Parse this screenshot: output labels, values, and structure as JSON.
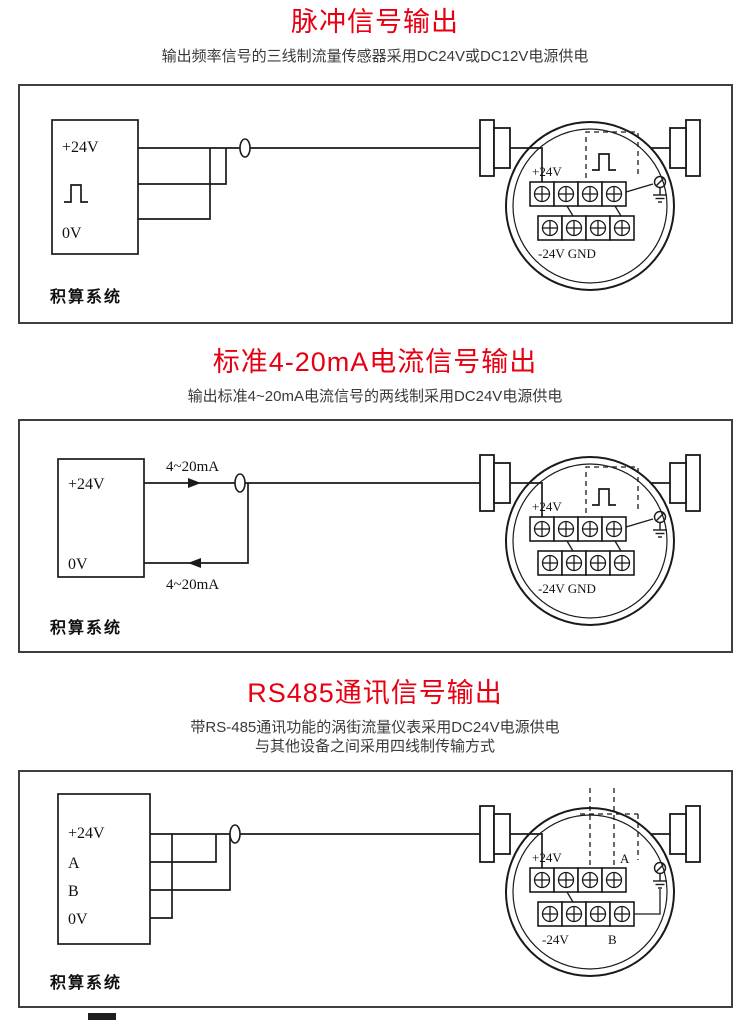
{
  "page": {
    "background": "#ffffff",
    "accent_red": "#e60012",
    "line_color": "#1a1a1a"
  },
  "sections": [
    {
      "title": "脉冲信号输出",
      "subtitle1": "输出频率信号的三线制流量传感器采用DC24V或DC12V电源供电",
      "supply_top": "+24V",
      "supply_bottom": "0V",
      "system_label": "积算系统",
      "meter_top_label": "+24V",
      "meter_bottom_label": "-24V GND"
    },
    {
      "title": "标准4-20mA电流信号输出",
      "subtitle1": "输出标准4~20mA电流信号的两线制采用DC24V电源供电",
      "supply_top": "+24V",
      "supply_bottom": "0V",
      "wire_label_upper": "4~20mA",
      "wire_label_lower": "4~20mA",
      "system_label": "积算系统",
      "meter_top_label": "+24V",
      "meter_bottom_label": "-24V GND"
    },
    {
      "title": "RS485通讯信号输出",
      "subtitle1": "带RS-485通讯功能的涡街流量仪表采用DC24V电源供电",
      "subtitle2": "与其他设备之间采用四线制传输方式",
      "supply_labels": [
        "+24V",
        "A",
        "B",
        "0V"
      ],
      "system_label": "积算系统",
      "meter_top_label": "+24V",
      "meter_top_label2": "A",
      "meter_bottom_label": "-24V",
      "meter_bottom_label2": "B"
    }
  ]
}
